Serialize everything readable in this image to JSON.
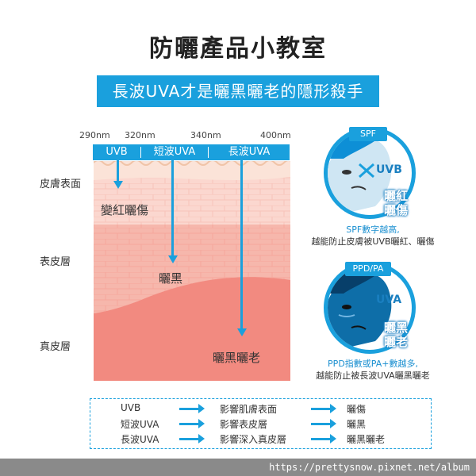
{
  "title": "防曬產品小教室",
  "banner": "長波UVA才是曬黑曬老的隱形殺手",
  "wavelengths": [
    "290nm",
    "320nm",
    "340nm",
    "400nm"
  ],
  "bands": [
    "UVB",
    "短波UVA",
    "長波UVA"
  ],
  "layers": [
    "皮膚表面",
    "表皮層",
    "真皮層"
  ],
  "effects": [
    "變紅曬傷",
    "曬黑",
    "曬黑曬老"
  ],
  "spf": {
    "tag": "SPF",
    "label": "UVB",
    "big1": "曬紅",
    "big2": "曬傷",
    "note1": "SPF數字越高,",
    "note2": "越能防止皮膚被UVB曬紅、曬傷"
  },
  "ppd": {
    "tag": "PPD/PA",
    "label": "UVA",
    "big1": "曬黑",
    "big2": "曬老",
    "note1": "PPD指數或PA+數越多,",
    "note2": "越能防止被長波UVA曬黑曬老"
  },
  "summary": [
    {
      "ray": "UVB",
      "impact": "影響肌膚表面",
      "result": "曬傷"
    },
    {
      "ray": "短波UVA",
      "impact": "影響表皮層",
      "result": "曬黑"
    },
    {
      "ray": "長波UVA",
      "impact": "影響深入真皮層",
      "result": "曬黑曬老"
    }
  ],
  "footer": "https://prettysnow.pixnet.net/album",
  "colors": {
    "accent": "#1aa0dd",
    "skin_top": "#fbd7cf",
    "skin_mid": "#f6b7ac",
    "skin_deep": "#f28a80"
  }
}
